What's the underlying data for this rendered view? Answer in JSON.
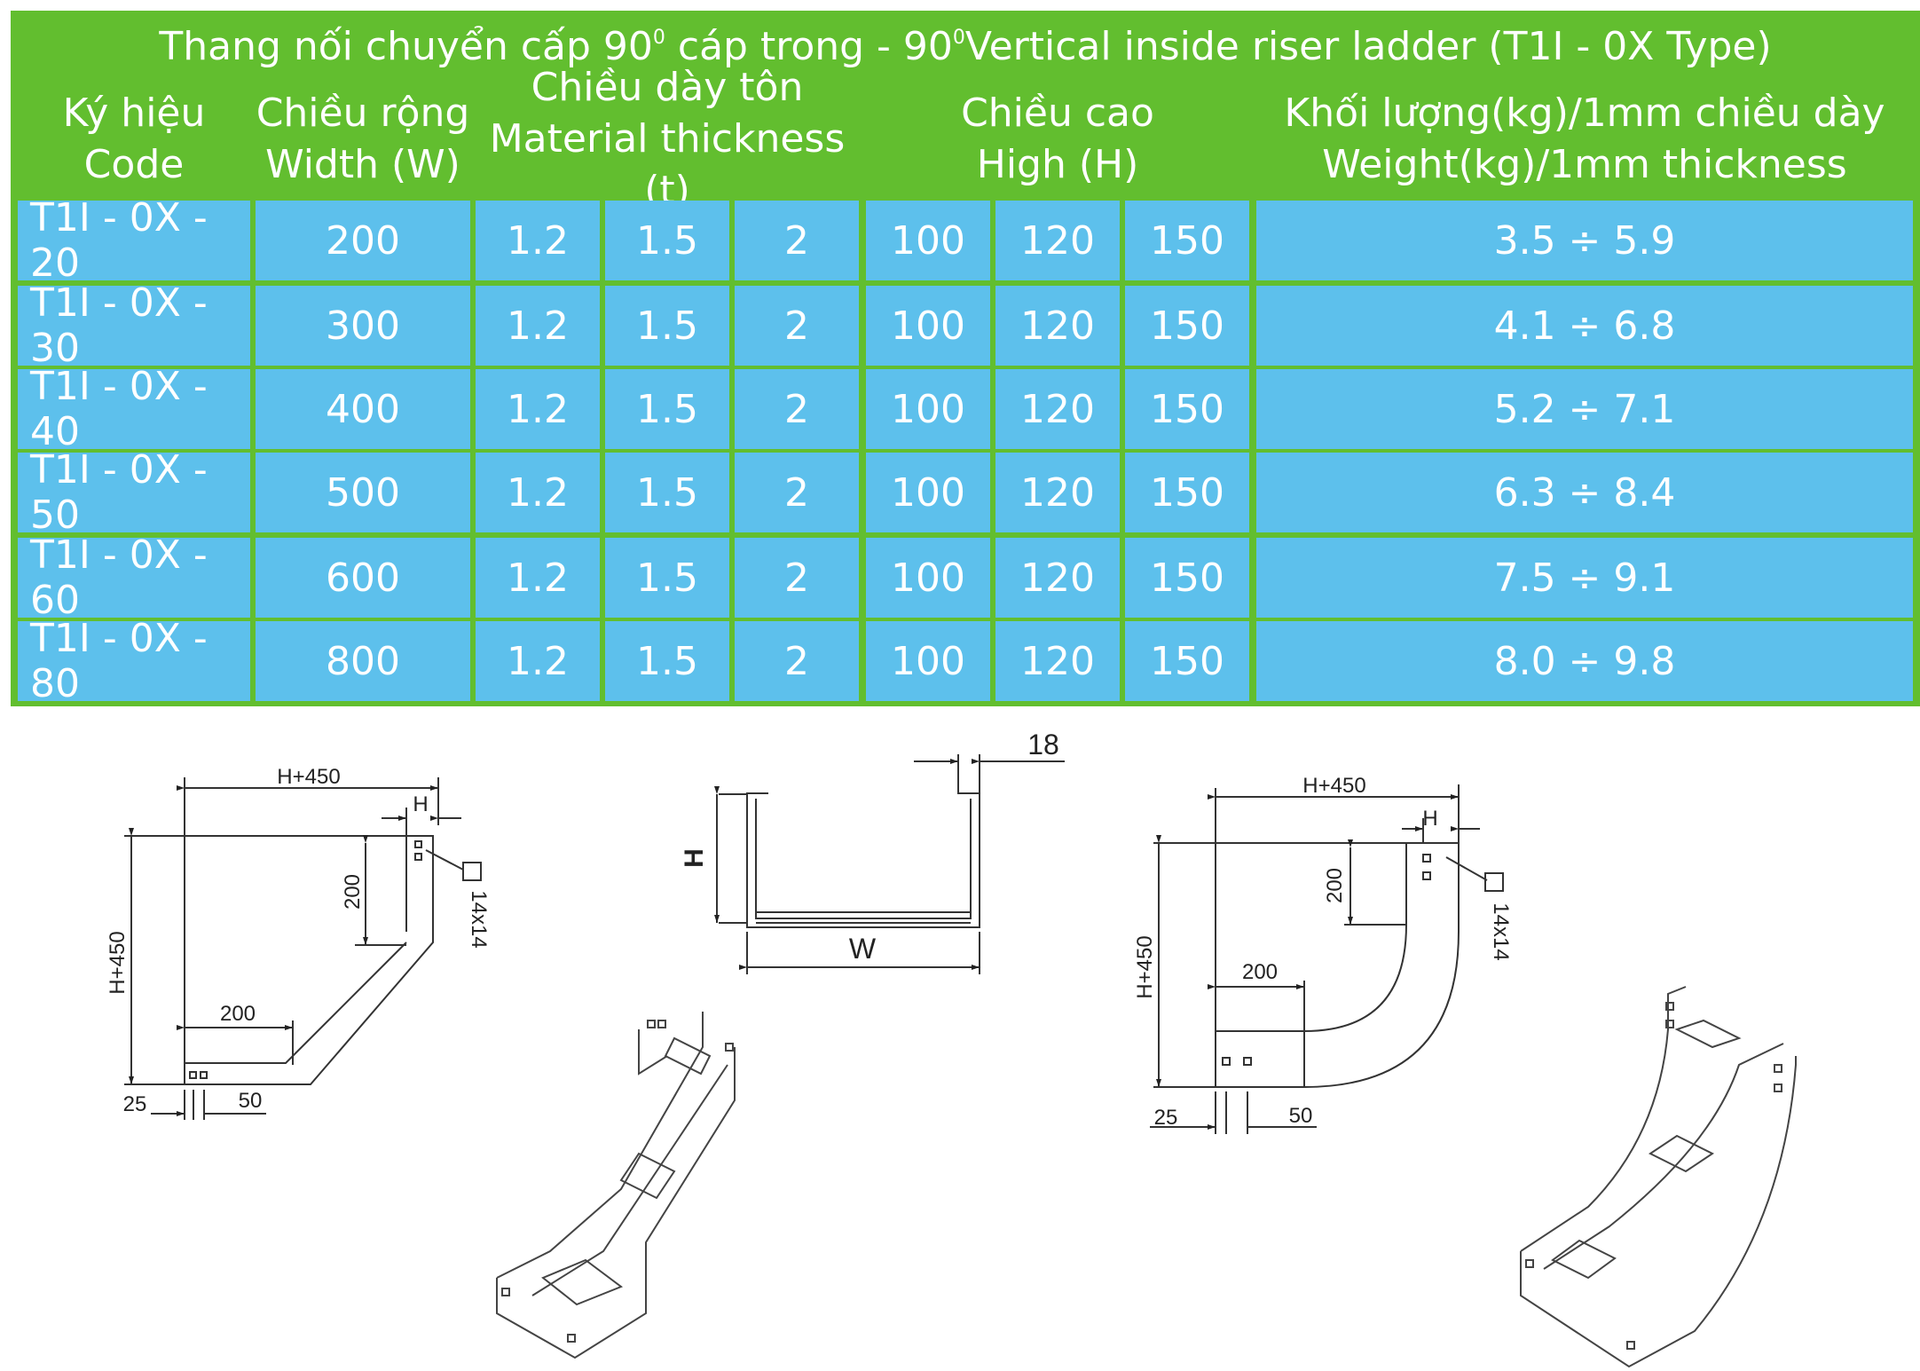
{
  "title": {
    "part1": "Thang nối chuyển cấp 90",
    "sup1": "0",
    "part2": " cáp trong - 90",
    "sup2": "0",
    "part3": "Vertical inside riser ladder (T1I - 0X Type)"
  },
  "headers": {
    "code": [
      "Ký hiệu",
      "Code"
    ],
    "width": [
      "Chiều rộng",
      "Width (W)"
    ],
    "thickness": [
      "Chiều dày tôn",
      "Material thickness (t)"
    ],
    "height": [
      "Chiều cao",
      "High (H)"
    ],
    "weight": [
      "Khối lượng(kg)/1mm chiều dày",
      "Weight(kg)/1mm thickness"
    ]
  },
  "rows": [
    {
      "code": "T1I - 0X - 20",
      "width": "200",
      "t": [
        "1.2",
        "1.5",
        "2"
      ],
      "h": [
        "100",
        "120",
        "150"
      ],
      "weight": "3.5 ÷ 5.9"
    },
    {
      "code": "T1I - 0X - 30",
      "width": "300",
      "t": [
        "1.2",
        "1.5",
        "2"
      ],
      "h": [
        "100",
        "120",
        "150"
      ],
      "weight": "4.1 ÷ 6.8"
    },
    {
      "code": "T1I - 0X - 40",
      "width": "400",
      "t": [
        "1.2",
        "1.5",
        "2"
      ],
      "h": [
        "100",
        "120",
        "150"
      ],
      "weight": "5.2 ÷ 7.1"
    },
    {
      "code": "T1I - 0X - 50",
      "width": "500",
      "t": [
        "1.2",
        "1.5",
        "2"
      ],
      "h": [
        "100",
        "120",
        "150"
      ],
      "weight": "6.3 ÷ 8.4"
    },
    {
      "code": "T1I - 0X - 60",
      "width": "600",
      "t": [
        "1.2",
        "1.5",
        "2"
      ],
      "h": [
        "100",
        "120",
        "150"
      ],
      "weight": "7.5 ÷ 9.1"
    },
    {
      "code": "T1I - 0X - 80",
      "width": "800",
      "t": [
        "1.2",
        "1.5",
        "2"
      ],
      "h": [
        "100",
        "120",
        "150"
      ],
      "weight": "8.0 ÷ 9.8"
    }
  ],
  "drawing_labels": {
    "h450": "H+450",
    "h": "H",
    "d200": "200",
    "hole": "14x14",
    "d25": "25",
    "d50": "50",
    "d18": "18",
    "w": "W"
  }
}
